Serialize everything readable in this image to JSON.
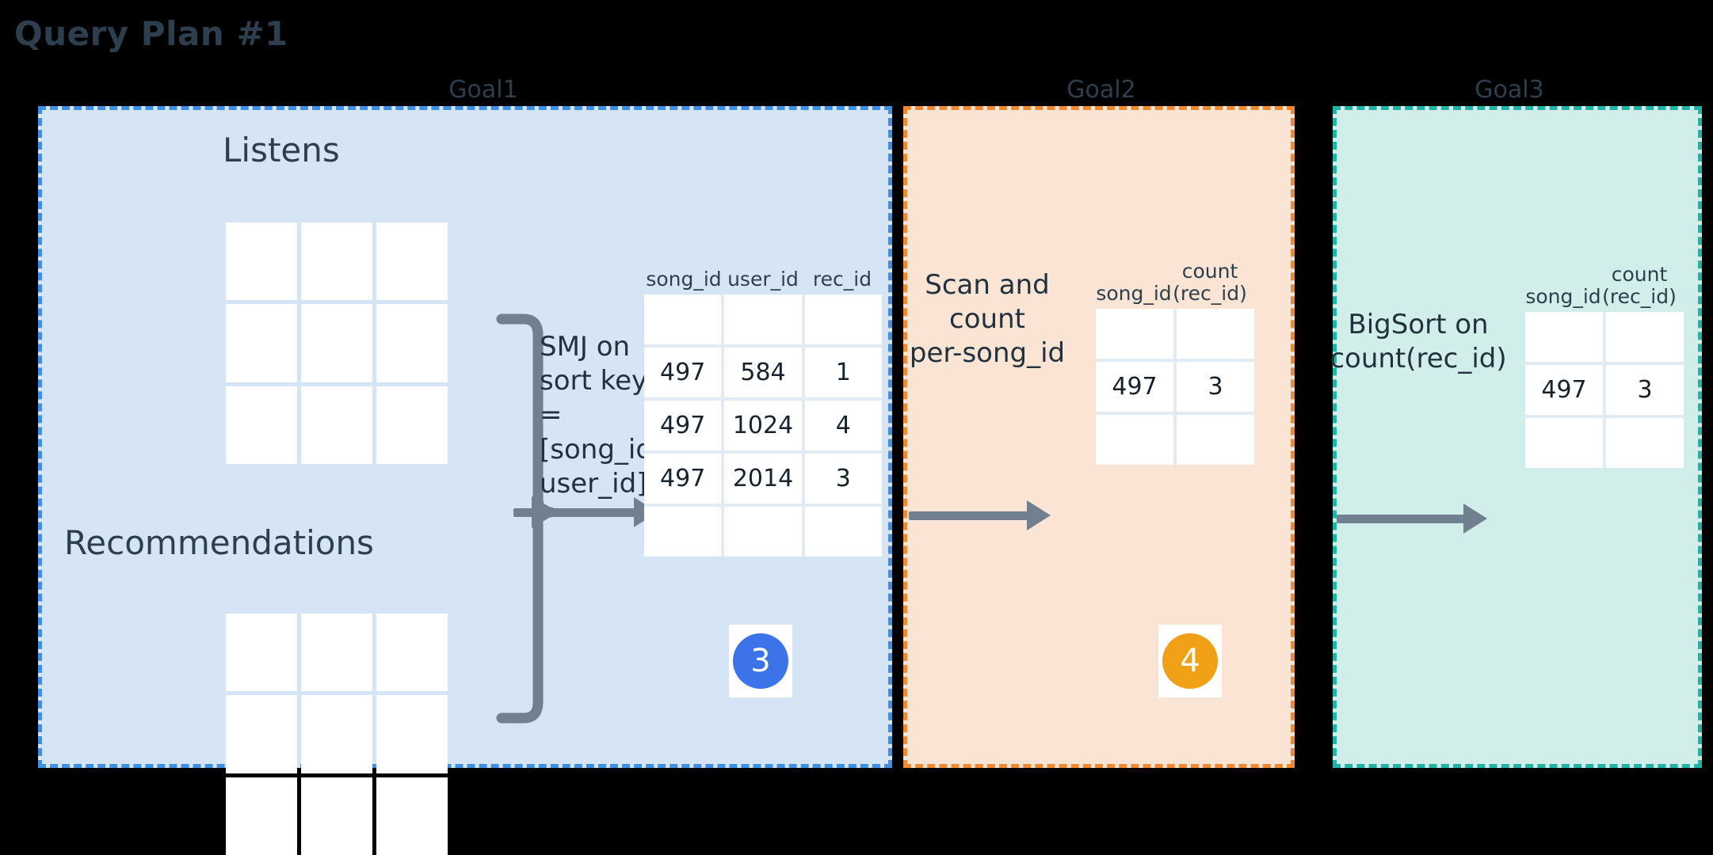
{
  "page": {
    "title": "Query Plan #1",
    "background": "#000000",
    "title_color": "#2d3f4e"
  },
  "goals": [
    {
      "label": "Goal1",
      "accent": "#3d90e3",
      "fill": "#d6e5f5",
      "badge": {
        "value": "3",
        "color": "#3b74e8"
      }
    },
    {
      "label": "Goal2",
      "accent": "#ef8a33",
      "fill": "#fae4d4",
      "badge": {
        "value": "4",
        "color": "#efa014"
      }
    },
    {
      "label": "Goal3",
      "accent": "#21b3a6",
      "fill": "#d1eeea",
      "badge": null
    }
  ],
  "goal1": {
    "source_tables": [
      {
        "name": "Listens"
      },
      {
        "name": "Recommendations"
      }
    ],
    "operation": "SMJ on\nsort key\n=\n[song_id,\nuser_id]",
    "result_table": {
      "columns": [
        "song_id",
        "user_id",
        "rec_id"
      ],
      "rows": [
        [
          "",
          "",
          ""
        ],
        [
          "497",
          "584",
          "1"
        ],
        [
          "497",
          "1024",
          "4"
        ],
        [
          "497",
          "2014",
          "3"
        ],
        [
          "",
          "",
          ""
        ]
      ]
    }
  },
  "goal2": {
    "operation": "Scan and\ncount\nper-song_id",
    "result_table": {
      "columns": [
        "song_id",
        "count\n(rec_id)"
      ],
      "rows": [
        [
          "",
          ""
        ],
        [
          "497",
          "3"
        ],
        [
          "",
          ""
        ]
      ]
    }
  },
  "goal3": {
    "operation": "BigSort on\ncount(rec_id)",
    "result_table": {
      "columns": [
        "song_id",
        "count\n(rec_id)"
      ],
      "rows": [
        [
          "",
          ""
        ],
        [
          "497",
          "3"
        ],
        [
          "",
          ""
        ]
      ]
    }
  },
  "icons": {
    "arrow": "arrow-right-icon",
    "brace": "curly-brace-join-icon"
  }
}
